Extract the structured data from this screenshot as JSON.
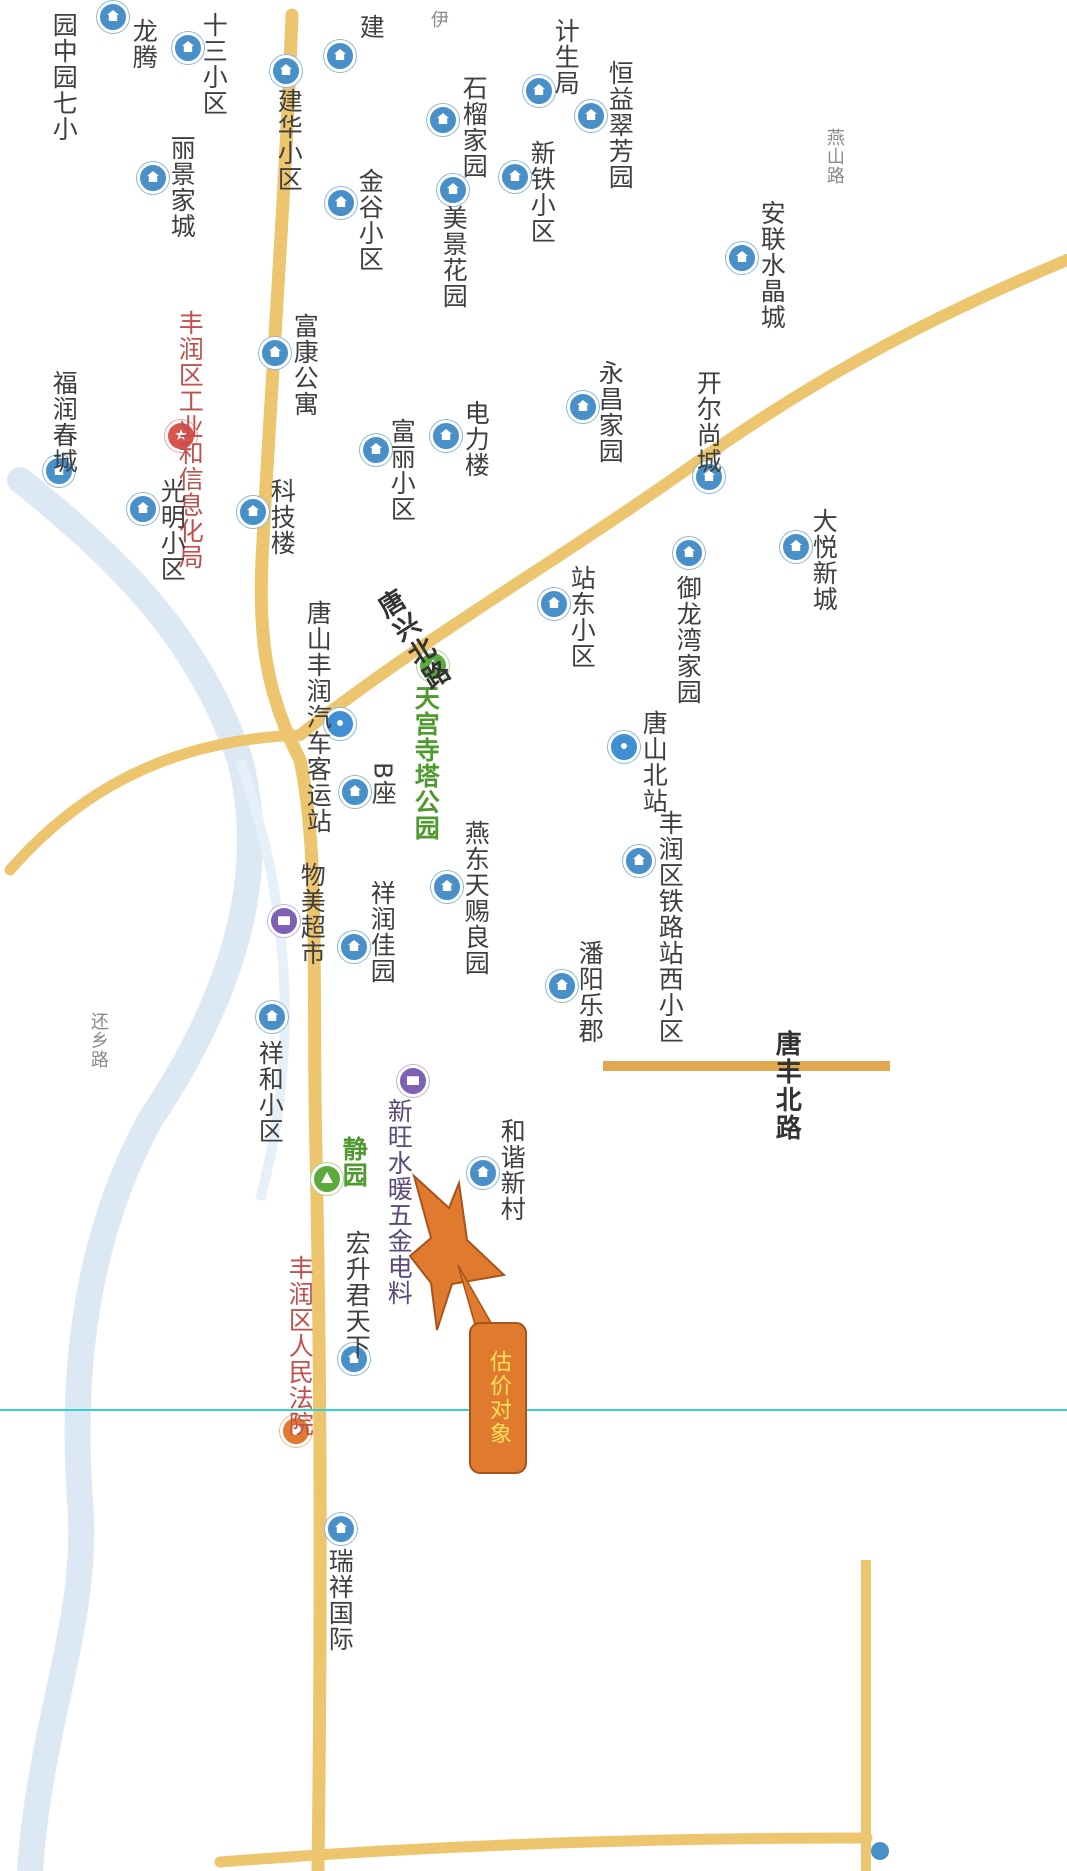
{
  "colors": {
    "road": "#ecc56e",
    "river": "#d6e6f2",
    "poi_residential": "#4a90c8",
    "poi_government": "#d9534f",
    "poi_park": "#5aaa3c",
    "poi_shop": "#7d62b3",
    "poi_court": "#e07a2e",
    "marker": "#e07a2e",
    "marker_text": "#f7e05a",
    "crosshair": "#2fd3d3"
  },
  "roads": {
    "tangshan_north_road": "唐丰北路",
    "xiaxin_north_road": "唐兴北路"
  },
  "marker": {
    "label": "估价对象",
    "icon": "star-icon"
  },
  "pois": {
    "p01": "园中园七小",
    "p02": "十三小区",
    "p03": "龙腾",
    "p04": "建华小区",
    "p05": "建",
    "p06": "伊",
    "p07": "石榴家园",
    "p08": "计生局",
    "p09": "恒益翠芳园",
    "p10": "丽景家城",
    "p11": "金谷小区",
    "p12": "美景花园",
    "p13": "新铁小区",
    "p14": "燕山路",
    "p15": "安联水晶城",
    "p16": "丰润区工业和信息化局",
    "p17": "富康公寓",
    "p18": "福润春城",
    "p19": "富丽小区",
    "p20": "电力楼",
    "p21": "永昌家园",
    "p22": "光明小区",
    "p23": "科技楼",
    "p24": "开尔尚城",
    "p25": "大悦新城",
    "p26": "站东小区",
    "p27": "御龙湾家园",
    "p28": "唐山丰润汽车客运站",
    "p29": "天宫寺塔公园",
    "p30": "唐山北站",
    "p31": "B座",
    "p32": "丰润区铁路站西小区",
    "p33": "燕东天赐良园",
    "p34": "物美超市",
    "p35": "祥润佳园",
    "p36": "潘阳乐郡",
    "p37": "祥和小区",
    "p38": "还乡路",
    "p39": "新旺水暖五金电料",
    "p40": "静园",
    "p41": "和谐新村",
    "p42": "宏升君天下",
    "p43": "丰润区人民法院",
    "p44": "瑞祥国际"
  }
}
